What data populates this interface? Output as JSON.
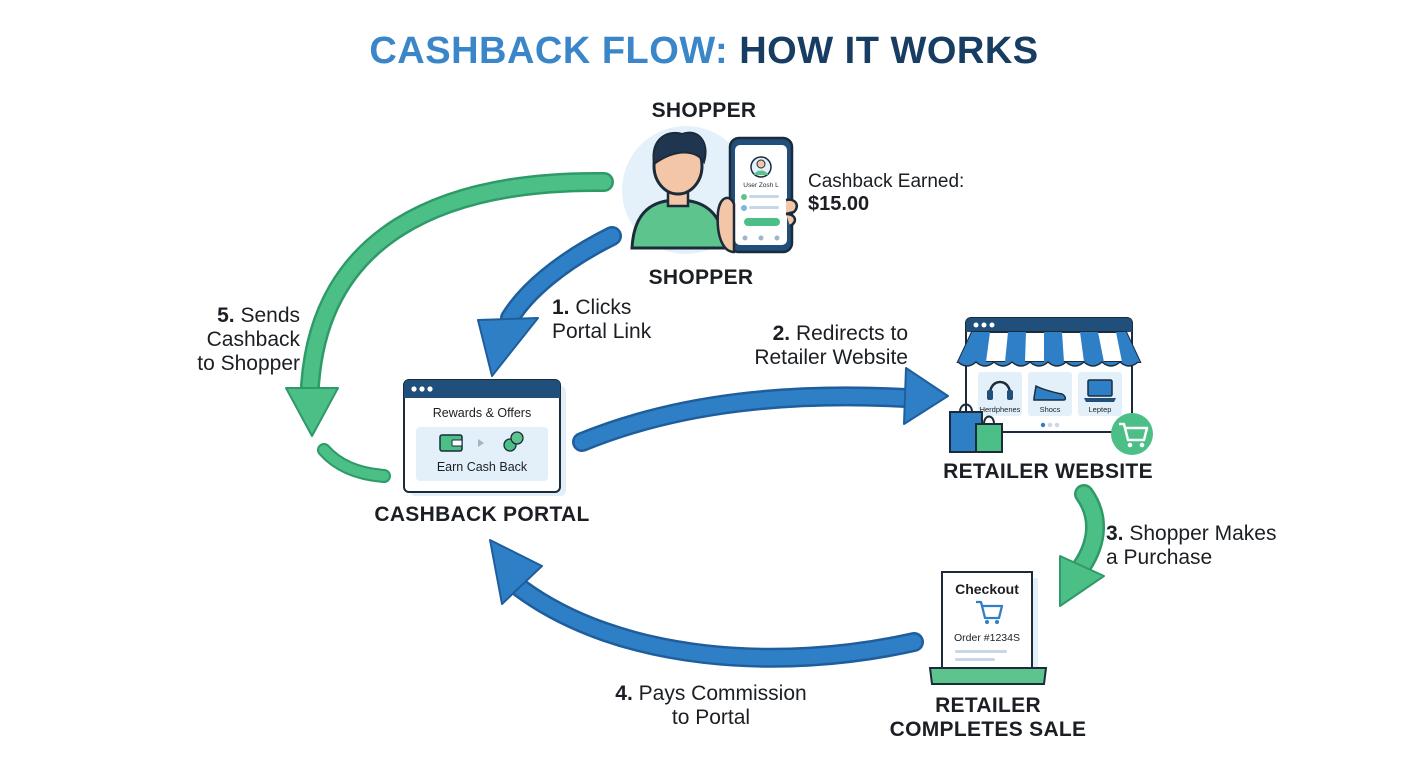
{
  "title": {
    "part1": "CASHBACK FLOW:",
    "part2": "HOW IT WORKS"
  },
  "shopper": {
    "label_top": "SHOPPER",
    "label_bottom": "SHOPPER",
    "phone_user_text": "User Zosh L",
    "earned_label": "Cashback Earned:",
    "earned_amount": "$15.00"
  },
  "portal": {
    "label": "CASHBACK PORTAL",
    "window_title": "Rewards & Offers",
    "button_text": "Earn Cash Back"
  },
  "retailer": {
    "label": "RETAILER WEBSITE",
    "products": [
      "Herdphenes",
      "Shocs",
      "Leptep"
    ]
  },
  "checkout": {
    "title": "Checkout",
    "order": "Order #1234S",
    "label_line1": "RETAILER",
    "label_line2": "COMPLETES SALE"
  },
  "steps": {
    "s1": {
      "num": "1.",
      "line1": "Clicks",
      "line2": "Portal Link"
    },
    "s2": {
      "num": "2.",
      "line1": "Redirects to",
      "line2": "Retailer Website"
    },
    "s3": {
      "num": "3.",
      "line1": "Shopper Makes",
      "line2": "a Purchase"
    },
    "s4": {
      "num": "4.",
      "line1": "Pays Commission",
      "line2": "to Portal"
    },
    "s5": {
      "num": "5.",
      "line1": "Sends",
      "line2": "Cashback",
      "line3": "to Shopper"
    }
  },
  "colors": {
    "blue_arrow": "#2f7fc6",
    "green_arrow": "#4cbf87",
    "title_accent": "#3a86c8",
    "title_dark": "#173d63"
  },
  "icons": [
    "user-avatar-icon",
    "smartphone-icon",
    "wallet-icon",
    "coins-icon",
    "headphones-icon",
    "shoe-icon",
    "laptop-icon",
    "shopping-bag-icon",
    "cart-icon"
  ]
}
